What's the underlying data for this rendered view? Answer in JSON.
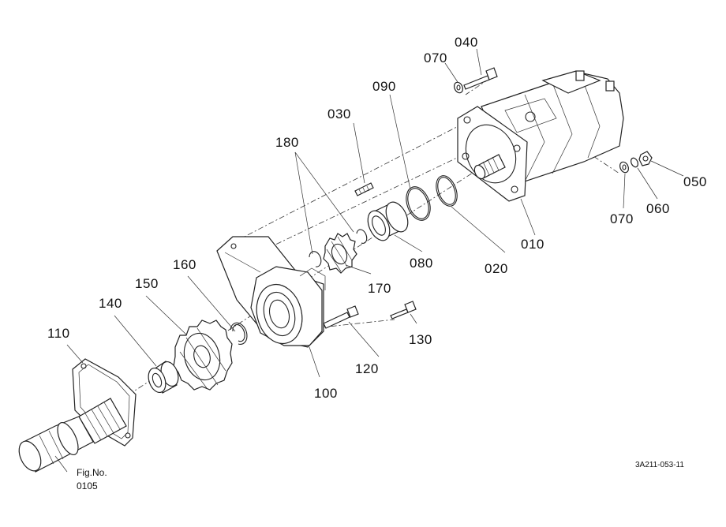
{
  "diagram": {
    "part_labels": [
      {
        "id": "p040",
        "text": "040"
      },
      {
        "id": "p070a",
        "text": "070"
      },
      {
        "id": "p090",
        "text": "090"
      },
      {
        "id": "p030",
        "text": "030"
      },
      {
        "id": "p180",
        "text": "180"
      },
      {
        "id": "p050",
        "text": "050"
      },
      {
        "id": "p070b",
        "text": "070"
      },
      {
        "id": "p060",
        "text": "060"
      },
      {
        "id": "p010",
        "text": "010"
      },
      {
        "id": "p020",
        "text": "020"
      },
      {
        "id": "p080",
        "text": "080"
      },
      {
        "id": "p170",
        "text": "170"
      },
      {
        "id": "p160",
        "text": "160"
      },
      {
        "id": "p150",
        "text": "150"
      },
      {
        "id": "p140",
        "text": "140"
      },
      {
        "id": "p110",
        "text": "110"
      },
      {
        "id": "p130",
        "text": "130"
      },
      {
        "id": "p120",
        "text": "120"
      },
      {
        "id": "p100",
        "text": "100"
      }
    ],
    "fig_ref_line1": "Fig.No.",
    "fig_ref_line2": "0105",
    "drawing_code": "3A211-053-11"
  }
}
